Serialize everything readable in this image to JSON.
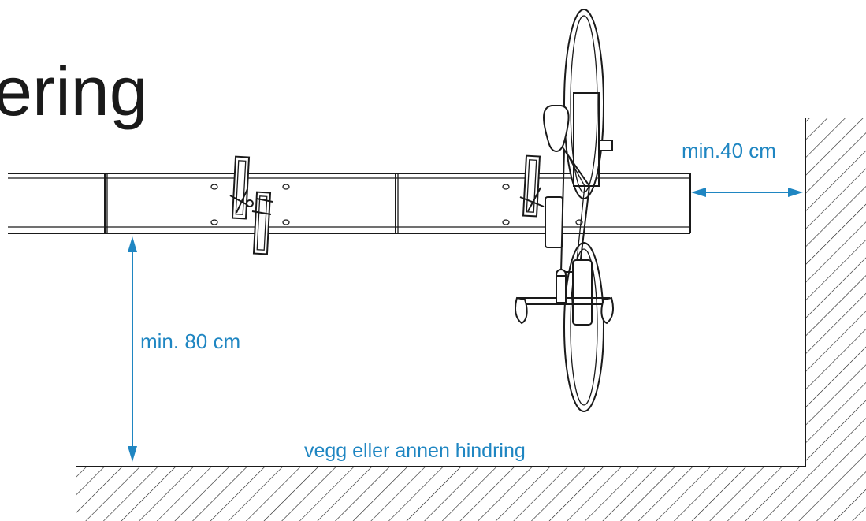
{
  "title": "ering",
  "dimensions": {
    "side_clearance": "min.40 cm",
    "front_clearance": "min. 80 cm"
  },
  "wall_label": "vegg eller annen hindring",
  "colors": {
    "dimension": "#1f86c2",
    "line": "#1a1a1a",
    "background": "#ffffff"
  }
}
